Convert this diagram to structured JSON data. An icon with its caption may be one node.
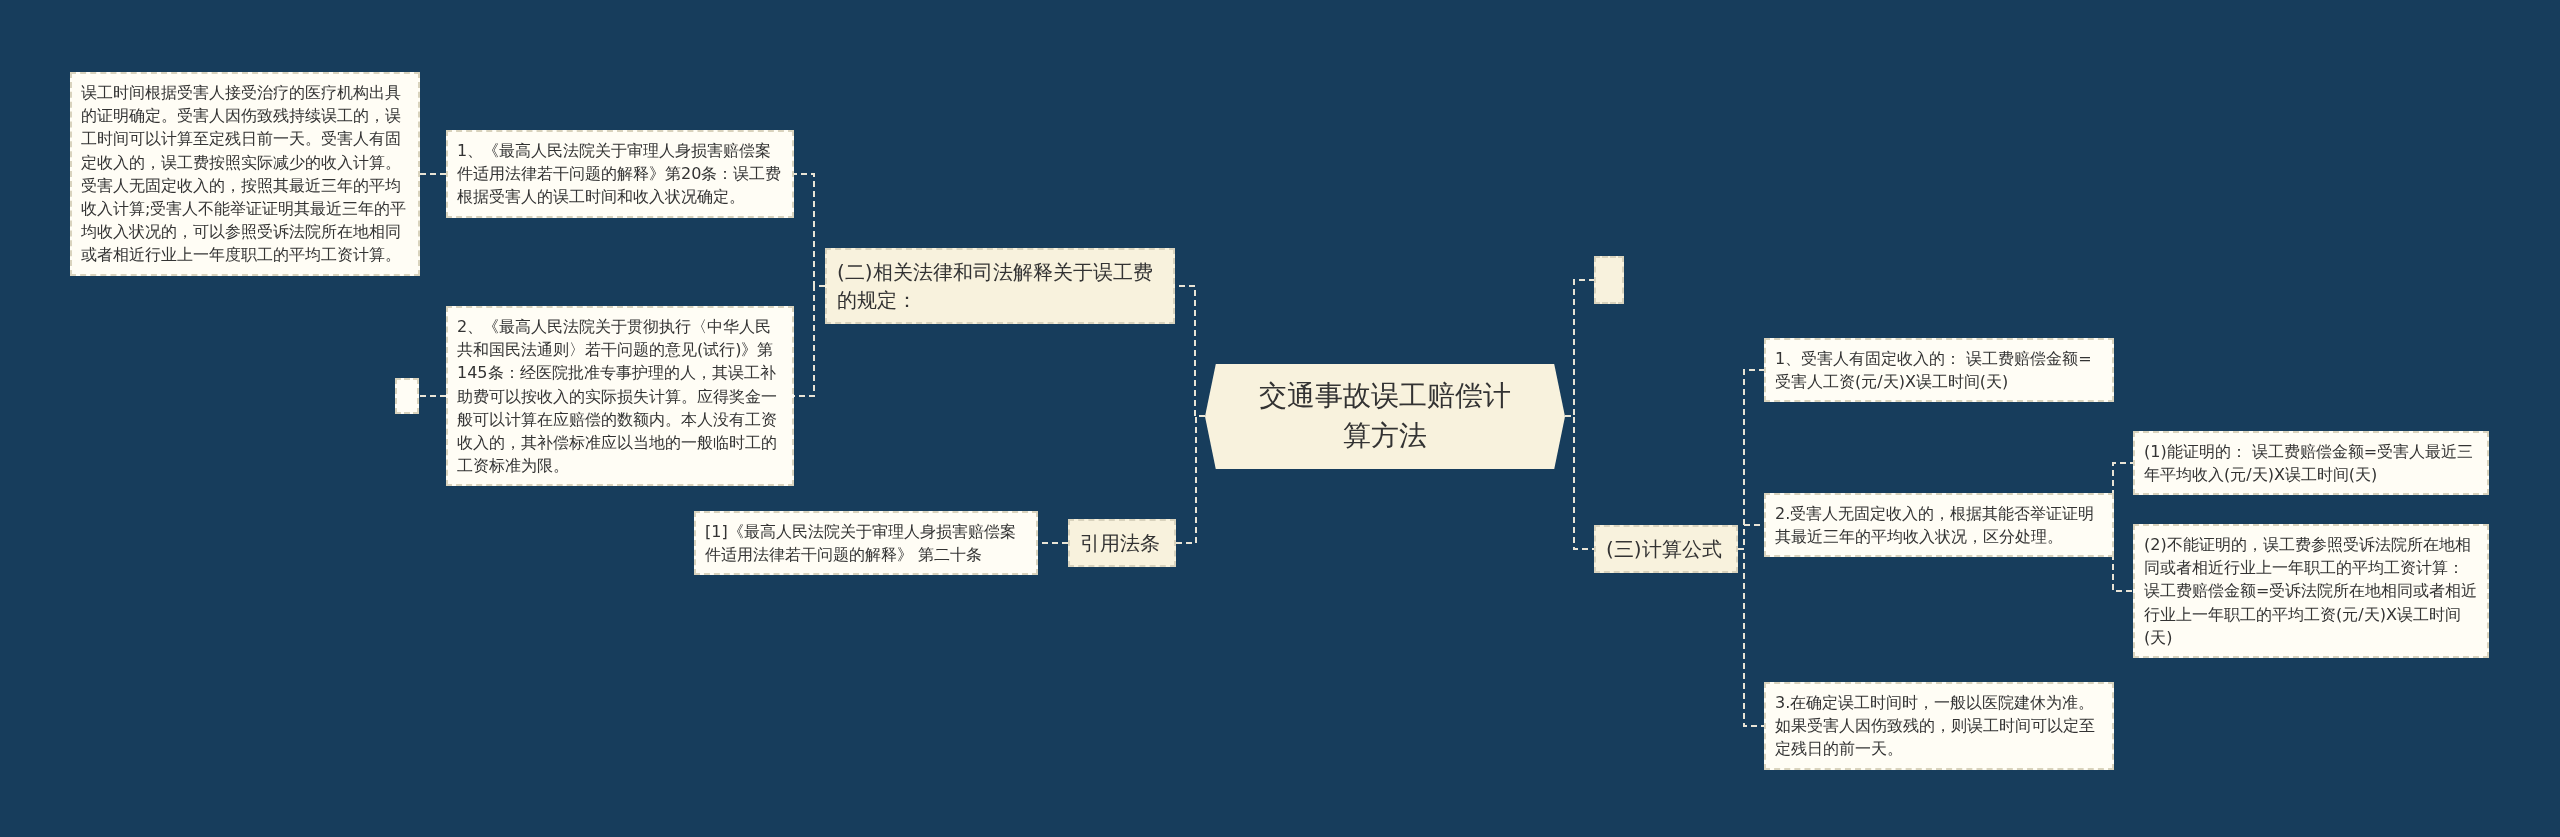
{
  "diagram": {
    "nodes": [
      {
        "text": [
          "交通事故误工赔偿计算方法"
        ]
      },
      {
        "text": [
          "(二)相关法律和司法解释关于误工费的规定："
        ]
      },
      {
        "text": [
          "1、《最高人民法院关于审理人身损害赔偿案件适用法律若干问题的解释》第20条：误工费根据受害人的误工时间和收入状况确定。"
        ]
      },
      {
        "text": [
          "误工时间根据受害人接受治疗的医疗机构出具的证明确定。受害人因伤致残持续误工的，误工时间可以计算至定残日前一天。受害人有固定收入的，误工费按照实际减少的收入计算。受害人无固定收入的，按照其最近三年的平均收入计算;受害人不能举证证明其最近三年的平均收入状况的，可以参照受诉法院所在地相同或者相近行业上一年度职工的平均工资计算。"
        ]
      },
      {
        "text": [
          "2、《最高人民法院关于贯彻执行〈中华人民共和国民法通则〉若干问题的意见(试行)》第145条：经医院批准专事护理的人，其误工补助费可以按收入的实际损失计算。应得奖金一般可以计算在应赔偿的数额内。本人没有工资收入的，其补偿标准应以当地的一般临时工的工资标准为限。"
        ]
      },
      {
        "text": [],
        "shape": "box"
      },
      {
        "text": [
          "引用法条"
        ]
      },
      {
        "text": [
          "[1]《最高人民法院关于审理人身损害赔偿案件适用法律若干问题的解释》 第二十条"
        ]
      },
      {
        "text": [],
        "shape": "box"
      },
      {
        "text": [
          "(三)计算公式"
        ]
      },
      {
        "text": [
          "1、受害人有固定收入的： 误工费赔偿金额=受害人工资(元/天)X误工时间(天)"
        ]
      },
      {
        "text": [
          "2.受害人无固定收入的，根据其能否举证证明其最近三年的平均收入状况，区分处理。"
        ]
      },
      {
        "text": [
          "(1)能证明的： 误工费赔偿金额=受害人最近三年平均收入(元/天)X误工时间(天)"
        ]
      },
      {
        "text": [
          "(2)不能证明的，误工费参照受诉法院所在地相同或者相近行业上一年职工的平均工资计算：误工费赔偿金额=受诉法院所在地相同或者相近行业上一年职工的平均工资(元/天)X误工时间(天)"
        ]
      },
      {
        "text": [
          "3.在确定误工时间时，一般以医院建休为准。如果受害人因伤致残的，则误工时间可以定至定残日的前一天。"
        ]
      }
    ],
    "edges": [
      {
        "from": 0,
        "to": 1,
        "arrow": "none"
      },
      {
        "from": 1,
        "to": 2,
        "arrow": "none"
      },
      {
        "from": 2,
        "to": 3,
        "arrow": "none"
      },
      {
        "from": 1,
        "to": 4,
        "arrow": "none"
      },
      {
        "from": 4,
        "to": 5,
        "arrow": "none"
      },
      {
        "from": 0,
        "to": 6,
        "arrow": "none"
      },
      {
        "from": 6,
        "to": 7,
        "arrow": "none"
      },
      {
        "from": 0,
        "to": 8,
        "arrow": "none"
      },
      {
        "from": 0,
        "to": 9,
        "arrow": "none"
      },
      {
        "from": 9,
        "to": 10,
        "arrow": "none"
      },
      {
        "from": 9,
        "to": 11,
        "arrow": "none"
      },
      {
        "from": 11,
        "to": 12,
        "arrow": "none"
      },
      {
        "from": 11,
        "to": 13,
        "arrow": "none"
      },
      {
        "from": 9,
        "to": 14,
        "arrow": "none"
      }
    ]
  }
}
